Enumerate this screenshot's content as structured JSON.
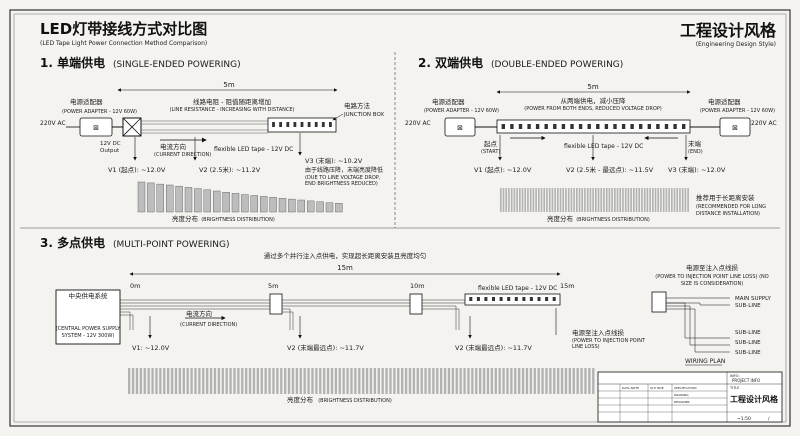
{
  "header": {
    "title": "LED灯带接线方式对比图",
    "title_en": "(LED Tape Light Power Connection Method Comparison)",
    "style_title": "工程设计风格",
    "style_en": "(Engineering Design Style)"
  },
  "single": {
    "heading_cn": "1. 单端供电",
    "heading_en": "(SINGLE-ENDED POWERING)",
    "length": "5m",
    "adapter": "电源适配器",
    "adapter_en": "(POWER ADAPTER - 12V 60W)",
    "ac": "220V AC",
    "dc_out": "12V DC",
    "output": "Output",
    "resistance": "线路电阻 - 阻值随距离增加",
    "resistance_en": "(LINE RESISTANCE - INCREASING WITH DISTANCE)",
    "junction": "电路方法",
    "junction_en": "JUNCTION BOX",
    "current": "电流方向",
    "current_en": "(CURRENT DIRECTION)",
    "tape": "flexible LED tape - 12V DC",
    "v1": "V1 (起点): ~12.0V",
    "v2": "V2 (2.5米): ~11.2V",
    "v3": "V3 (末端): ~10.2V",
    "v3_note1": "由于线路压降，末端亮度降低",
    "v3_note2": "(DUE TO LINE VOLTAGE DROP,",
    "v3_note3": "END BRIGHTNESS REDUCED)",
    "brightness": "亮度分布",
    "brightness_en": "(BRIGHTNESS DISTRIBUTION)"
  },
  "double": {
    "heading_cn": "2. 双端供电",
    "heading_en": "(DOUBLE-ENDED POWERING)",
    "length": "5m",
    "adapter_left": "电源适配器",
    "adapter_left_en": "(POWER ADAPTER - 12V 60W)",
    "adapter_right": "电源适配器",
    "adapter_right_en": "(POWER ADAPTER - 12V 60W)",
    "ac_left": "220V AC",
    "ac_right": "220V AC",
    "note": "从两端供电，减小压降",
    "note_en": "(POWER FROM BOTH ENDS, REDUCED VOLTAGE DROP)",
    "start": "起点",
    "start_en": "(START)",
    "end": "末端",
    "end_en": "(END)",
    "tape": "flexible LED tape - 12V DC",
    "v1": "V1 (起点): ~12.0V",
    "v2": "V2 (2.5米 - 最远点): ~11.5V",
    "v3": "V3 (末端): ~12.0V",
    "recommend": "推荐用于长距离安装",
    "recommend_en1": "(RECOMMENDED FOR LONG",
    "recommend_en2": "DISTANCE INSTALLATION)",
    "brightness": "亮度分布",
    "brightness_en": "(BRIGHTNESS DISTRIBUTION)"
  },
  "multi": {
    "heading_cn": "3. 多点供电",
    "heading_en": "(MULTI-POINT POWERING)",
    "note": "通过多个并行注入点供电，实现超长距离安装且亮度均匀",
    "length": "15m",
    "m0": "0m",
    "m5": "5m",
    "m10": "10m",
    "m15": "15m",
    "central": "中央供电系统",
    "central_en1": "(CENTRAL POWER SUPPLY",
    "central_en2": "SYSTEM - 12V 300W)",
    "current": "电流方向",
    "current_en": "(CURRENT DIRECTION)",
    "tape": "flexible LED tape - 12V DC",
    "injection": "电源至注入点线损",
    "injection_en1": "(POWER TO INJECTION POINT",
    "injection_en2": "LINE LOSS)",
    "v1": "V1: ~12.0V",
    "v2a": "V2 (末端最远点): ~11.7V",
    "v2b": "V2 (末端最远点): ~11.7V",
    "brightness": "亮度分布",
    "brightness_en": "(BRIGHTNESS DISTRIBUTION)"
  },
  "wiring": {
    "title": "电源至注入点线损",
    "title_en1": "(POWER TO INJECTION POINT LINE LOSS) (NO",
    "title_en2": "SIZE IS CONSIDERATION)",
    "main": "MAIN SUPPLY",
    "sub1": "SUB-LINE",
    "sub2": "SUB-LINE",
    "sub3": "SUB-LINE",
    "sub4": "SUB-LINE",
    "plan": "WIRING PLAN"
  },
  "title_block": {
    "info_label": "INFO:",
    "project": "PROJECT INFO",
    "title_label": "TITLE",
    "title": "工程设计风格",
    "scale": "~1:50",
    "sheet": "/",
    "c1": "DATA NOTE",
    "c2": "QUY BOE",
    "c3": "SPECIFICATION",
    "c4": "DRAWING",
    "c5": "DESIGNER"
  },
  "brightness_levels": {
    "single": [
      1.0,
      0.97,
      0.93,
      0.9,
      0.86,
      0.82,
      0.78,
      0.74,
      0.7,
      0.66,
      0.62,
      0.58,
      0.55,
      0.52,
      0.49,
      0.46,
      0.43,
      0.4,
      0.37,
      0.34,
      0.31,
      0.29
    ],
    "double_count": 70,
    "multi_count": 120
  }
}
